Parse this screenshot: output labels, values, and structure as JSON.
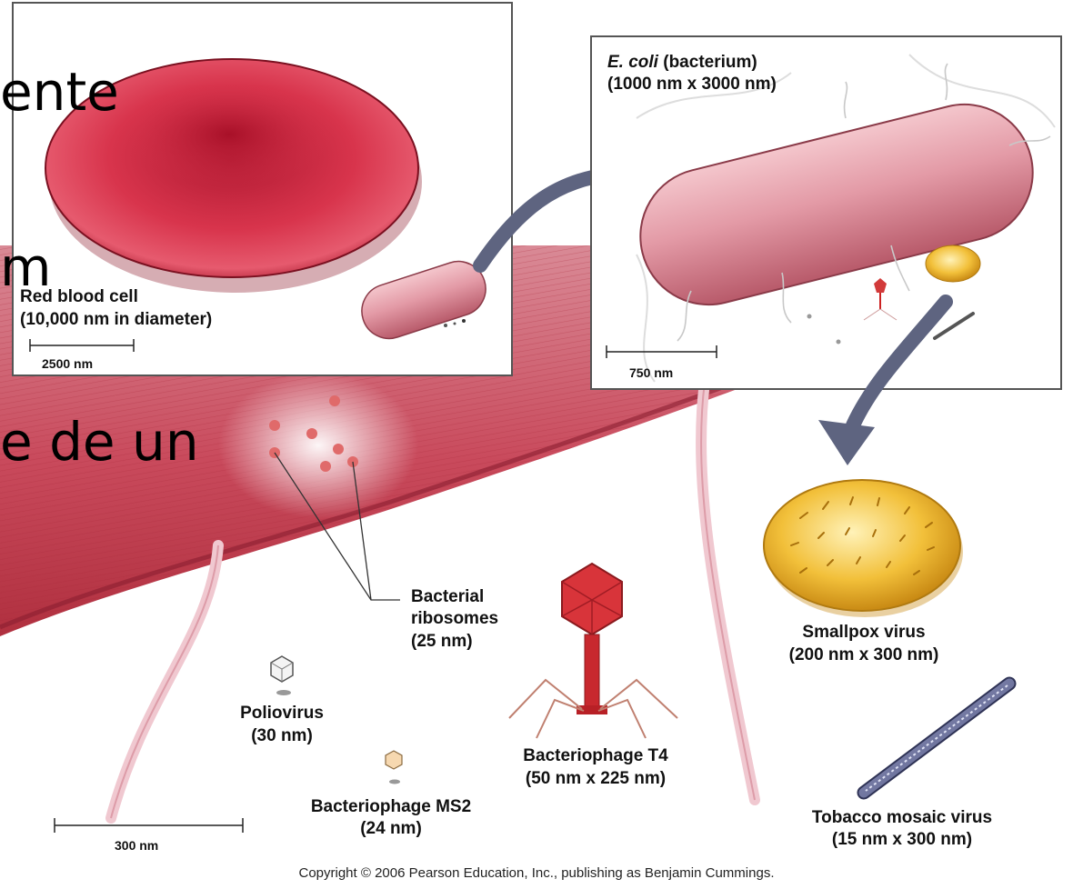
{
  "slide_text": [
    "ente",
    "m",
    "e de un"
  ],
  "panels": {
    "rbc": {
      "name_line": "Red blood cell",
      "size_line": "(10,000 nm in diameter)",
      "scale": "2500 nm"
    },
    "ecoli": {
      "name_italic": "E. coli",
      "name_rest": " (bacterium)",
      "size_line": "(1000 nm x 3000 nm)",
      "scale": "750 nm"
    }
  },
  "labels": {
    "ribosomes": [
      "Bacterial",
      "ribosomes",
      "(25 nm)"
    ],
    "smallpox": [
      "Smallpox virus",
      "(200 nm x 300 nm)"
    ],
    "polio": [
      "Poliovirus",
      "(30 nm)"
    ],
    "t4": [
      "Bacteriophage T4",
      "(50 nm x 225 nm)"
    ],
    "ms2": [
      "Bacteriophage MS2",
      "(24 nm)"
    ],
    "tmv": [
      "Tobacco mosaic virus",
      "(15 nm x 300 nm)"
    ],
    "scale_main": "300 nm"
  },
  "copyright": "Copyright © 2006 Pearson Education, Inc., publishing as Benjamin Cummings.",
  "colors": {
    "blood_red": "#c8283c",
    "cell_pink": "#e6a0a8",
    "virus_yellow": "#f2c03a",
    "arrow_slate": "#5e6480",
    "panel_border": "#555555"
  }
}
